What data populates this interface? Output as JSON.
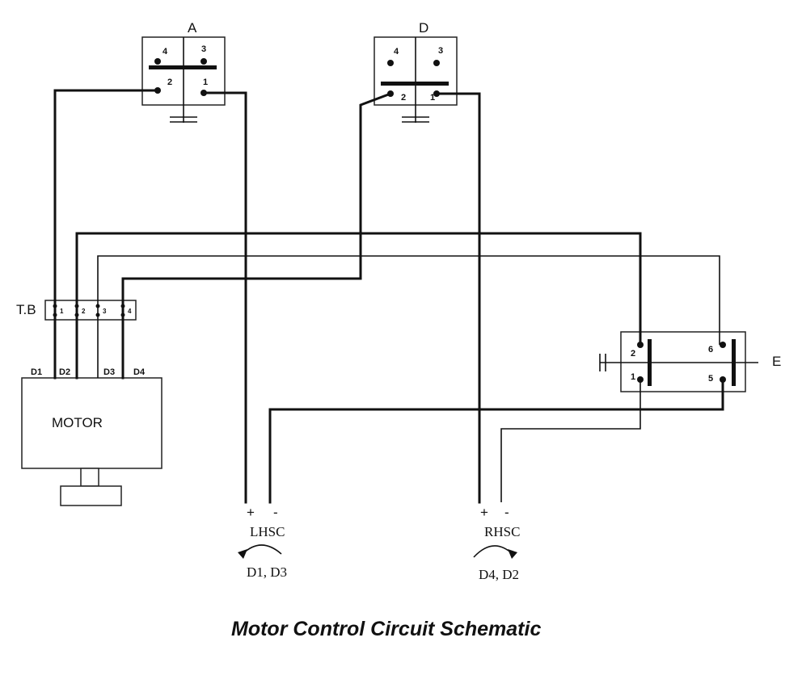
{
  "diagram": {
    "title": "Motor Control Circuit Schematic",
    "switch_a": {
      "label": "A",
      "terminals": [
        "4",
        "3",
        "2",
        "1"
      ]
    },
    "switch_d": {
      "label": "D",
      "terminals": [
        "4",
        "3",
        "2",
        "1"
      ]
    },
    "switch_e": {
      "label": "E",
      "terminals": [
        "2",
        "1",
        "6",
        "5"
      ]
    },
    "terminal_block": {
      "label": "T.B",
      "terminals": [
        "1",
        "2",
        "3",
        "4"
      ]
    },
    "motor": {
      "label": "MOTOR",
      "leads": [
        "D1",
        "D2",
        "D3",
        "D4"
      ]
    },
    "lhsc": {
      "label": "LHSC",
      "plus": "+",
      "minus": "-",
      "pair": "D1, D3"
    },
    "rhsc": {
      "label": "RHSC",
      "plus": "+",
      "minus": "-",
      "pair": "D4, D2"
    }
  }
}
